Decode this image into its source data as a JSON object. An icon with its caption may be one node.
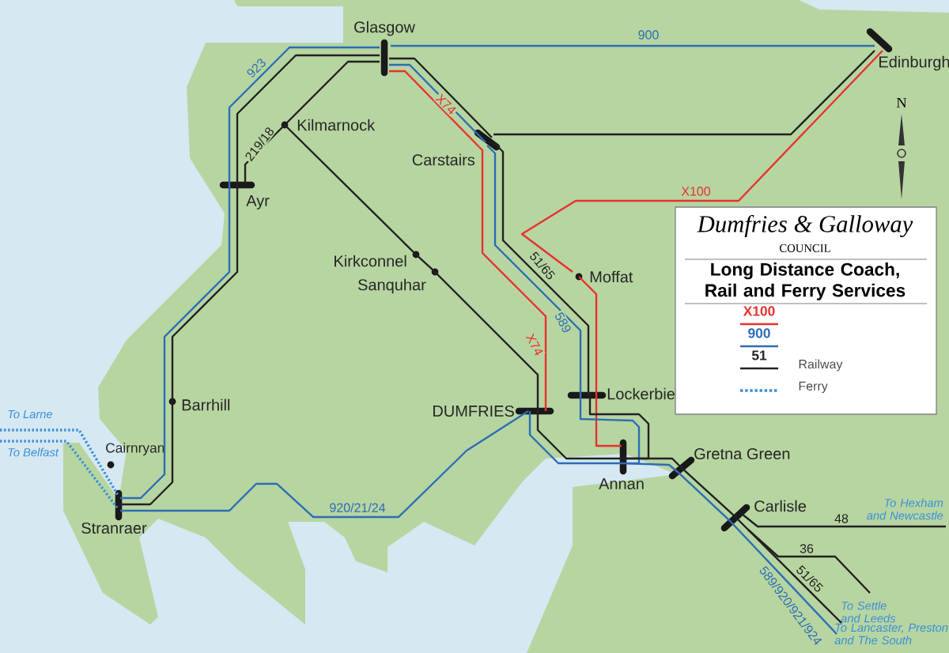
{
  "diagram": {
    "title": "Long Distance Coach, Rail and Ferry Services",
    "nodes": [
      {
        "text": [
          "Glasgow"
        ]
      },
      {
        "text": [
          "Edinburgh"
        ]
      },
      {
        "text": [
          "Kilmarnock"
        ]
      },
      {
        "text": [
          "Ayr"
        ]
      },
      {
        "text": [
          "Carstairs"
        ]
      },
      {
        "text": [
          "Kirkconnel"
        ]
      },
      {
        "text": [
          "Sanquhar"
        ]
      },
      {
        "text": [
          "Moffat"
        ]
      },
      {
        "text": [
          "To Larne"
        ]
      },
      {
        "text": [
          "To Belfast"
        ]
      },
      {
        "text": [
          "Barrhill"
        ]
      },
      {
        "text": [
          "Cairnryan"
        ]
      },
      {
        "text": [
          "Stranraer"
        ]
      },
      {
        "text": [
          "DUMFRIES"
        ]
      },
      {
        "text": [
          "Lockerbie"
        ]
      },
      {
        "text": [
          "Annan"
        ]
      },
      {
        "text": [
          "Gretna Green"
        ]
      },
      {
        "text": [
          "Carlisle"
        ]
      },
      {
        "text": [
          "To Hexham and Newcastle"
        ]
      },
      {
        "text": [
          "To Settle and Leeds"
        ]
      },
      {
        "text": [
          "To Lancaster, Preston and The South"
        ]
      }
    ],
    "edges": [
      {
        "from": 0,
        "to": 1,
        "arrow": "none",
        "label": "900",
        "color": "#2d6db5"
      },
      {
        "from": 4,
        "to": 1,
        "arrow": "none"
      },
      {
        "from": 1,
        "to": 7,
        "arrow": "none",
        "label": "X100",
        "color": "#e8312f"
      },
      {
        "from": 7,
        "to": 15,
        "arrow": "none",
        "color": "#e8312f"
      },
      {
        "from": 0,
        "to": 3,
        "arrow": "none",
        "label": "923",
        "color": "#2d6db5"
      },
      {
        "from": 0,
        "to": 3,
        "arrow": "none"
      },
      {
        "from": 0,
        "to": 2,
        "arrow": "none"
      },
      {
        "from": 2,
        "to": 3,
        "arrow": "none",
        "label": "219/18"
      },
      {
        "from": 3,
        "to": 12,
        "arrow": "none",
        "color": "#2d6db5"
      },
      {
        "from": 3,
        "to": 10,
        "arrow": "none"
      },
      {
        "from": 10,
        "to": 12,
        "arrow": "none"
      },
      {
        "from": 2,
        "to": 5,
        "arrow": "none"
      },
      {
        "from": 5,
        "to": 6,
        "arrow": "none"
      },
      {
        "from": 6,
        "to": 13,
        "arrow": "none"
      },
      {
        "from": 0,
        "to": 4,
        "arrow": "none"
      },
      {
        "from": 0,
        "to": 4,
        "arrow": "none",
        "color": "#2d6db5"
      },
      {
        "from": 0,
        "to": 4,
        "arrow": "none",
        "label": "X74",
        "color": "#e8312f"
      },
      {
        "from": 4,
        "to": 13,
        "arrow": "none",
        "label": "X74",
        "color": "#e8312f"
      },
      {
        "from": 4,
        "to": 14,
        "arrow": "none",
        "label": "51/65"
      },
      {
        "from": 4,
        "to": 14,
        "arrow": "none",
        "label": "589",
        "color": "#2d6db5"
      },
      {
        "from": 14,
        "to": 15,
        "arrow": "none"
      },
      {
        "from": 14,
        "to": 15,
        "arrow": "none",
        "color": "#2d6db5"
      },
      {
        "from": 13,
        "to": 15,
        "arrow": "none"
      },
      {
        "from": 13,
        "to": 15,
        "arrow": "none",
        "color": "#2d6db5"
      },
      {
        "from": 12,
        "to": 13,
        "arrow": "none",
        "label": "920/21/24",
        "color": "#2d6db5"
      },
      {
        "from": 15,
        "to": 16,
        "arrow": "none"
      },
      {
        "from": 15,
        "to": 16,
        "arrow": "none",
        "color": "#2d6db5"
      },
      {
        "from": 16,
        "to": 17,
        "arrow": "none"
      },
      {
        "from": 16,
        "to": 17,
        "arrow": "none",
        "color": "#2d6db5"
      },
      {
        "from": 17,
        "to": 20,
        "arrow": "none",
        "label": "51/65"
      },
      {
        "from": 17,
        "to": 20,
        "arrow": "none",
        "label": "589/920/921/924",
        "color": "#2d6db5"
      },
      {
        "from": 17,
        "to": 18,
        "arrow": "none",
        "label": "48"
      },
      {
        "from": 17,
        "to": 19,
        "arrow": "none",
        "label": "36"
      },
      {
        "from": 8,
        "to": 12,
        "arrow": "none",
        "style": "dashed",
        "color": "#3a8fd9"
      },
      {
        "from": 9,
        "to": 12,
        "arrow": "none",
        "style": "dashed",
        "color": "#3a8fd9"
      }
    ],
    "labels": [
      "N",
      "Dumfries & Galloway",
      "COUNCIL",
      "51"
    ],
    "legend": [
      {
        "text": "X100"
      },
      {
        "text": "900"
      },
      {
        "text": "Railway"
      },
      {
        "text": "Ferry"
      }
    ]
  }
}
